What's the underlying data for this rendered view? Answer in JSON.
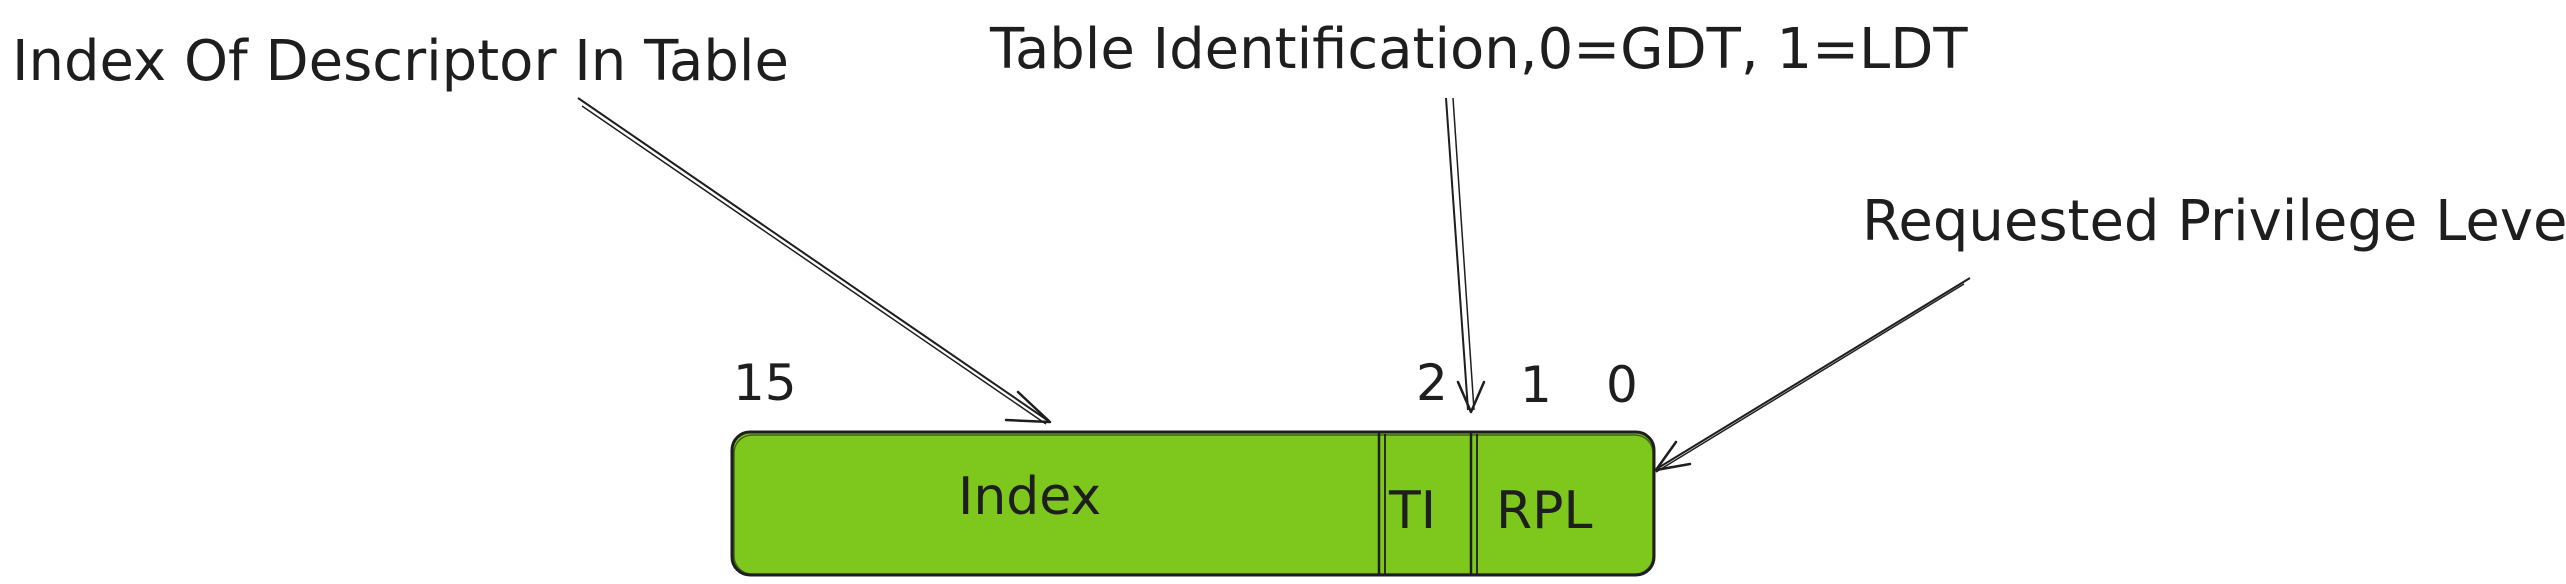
{
  "callouts": {
    "index_desc": "Index Of Descriptor In Table",
    "table_ident": "Table Identification,0=GDT, 1=LDT",
    "rpl_desc": "Requested Privilege Level"
  },
  "bit_numbers": {
    "b15": "15",
    "b2": "2",
    "b1": "1",
    "b0": "0"
  },
  "fields": {
    "index": "Index",
    "ti": "TI",
    "rpl": "RPL"
  },
  "colors": {
    "fill": "#7ec81e",
    "stroke": "#1e1e1e",
    "text": "#1e1e1e"
  }
}
